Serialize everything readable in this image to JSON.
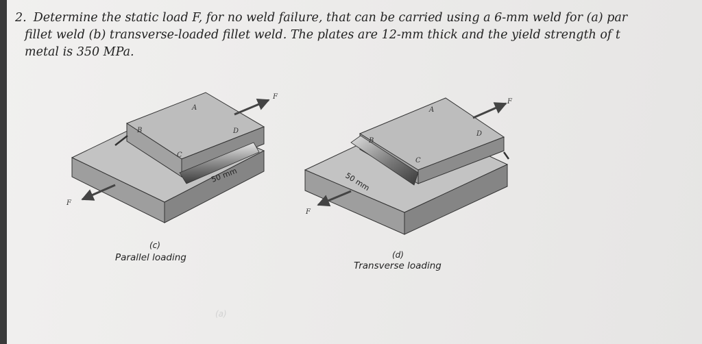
{
  "question": {
    "number": "2.",
    "line1": "Determine the static load F, for no weld failure, that can be carried using a 6-mm weld for (a) par",
    "line2": "fillet weld (b) transverse-loaded fillet weld. The plates are 12-mm thick and the yield strength of t",
    "line3": "metal is 350 MPa."
  },
  "figure_c": {
    "label_A": "A",
    "label_B": "B",
    "label_C": "C",
    "label_D": "D",
    "force_top": "F",
    "force_bottom": "F",
    "dimension": "50 mm",
    "caption_letter": "(c)",
    "caption": "Parallel loading"
  },
  "figure_d": {
    "label_A": "A",
    "label_B": "B",
    "label_C": "C",
    "label_D": "D",
    "force_top": "F",
    "force_bottom": "F",
    "dimension": "50 mm",
    "caption_letter": "(d)",
    "caption": "Transverse loading"
  },
  "faint_label": "(a)"
}
